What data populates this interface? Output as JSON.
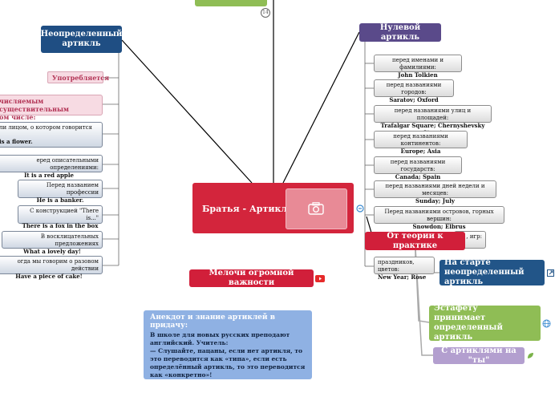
{
  "central": {
    "title": "Братья - Артикли"
  },
  "top_partial": {
    "label": ""
  },
  "indef": {
    "title": "Неопределенный артикль",
    "uses": "Употребляется",
    "items": [
      {
        "text": "числяемым существительным",
        "text2": "ом числе:",
        "example": ""
      },
      {
        "text": "ли лицом, о котором говорится",
        "example": "is a flower."
      },
      {
        "text": "еред описательными определениями:",
        "example": "It is a red apple"
      },
      {
        "text": "Перед названием профессии",
        "example": "He is a banker."
      },
      {
        "text": "С конструкцией \"There is...\"",
        "example": "There is a fox in the box"
      },
      {
        "text": "В восклицательных предложениях",
        "example": "What a lovely day!"
      },
      {
        "text": "огда мы говорим о разовом действии",
        "example": "Have a piece of cake!"
      }
    ]
  },
  "zero": {
    "title": "Нулевой артикль",
    "items": [
      {
        "text": "перед именами и фамилиями:",
        "example": "John Tolkien"
      },
      {
        "text": "перед названиями городов:",
        "example": "Saratov; Oxford"
      },
      {
        "text": "перед названиями улиц и площадей:",
        "example": "Trafalgar Square; Chernyshevsky Street"
      },
      {
        "text": "перед названиями континентов:",
        "example": "Europe; Asia"
      },
      {
        "text": "перед названиями государств:",
        "example": "Canada; Spain"
      },
      {
        "text": "перед названиями дней недели и месяцев:",
        "example": "Sunday; July"
      },
      {
        "text": "Перед названиями островов, горных вершин:",
        "example": "Snowdon; Elbrus"
      },
      {
        "text": ", игр:",
        "example": ""
      },
      {
        "text": "праздников, цветов:",
        "example": "New Year; Rose"
      }
    ]
  },
  "practice": {
    "title": "От теории к практике",
    "items": [
      {
        "text": "На старте неопределенный артикль"
      },
      {
        "text": "Эстафету принимает определенный артикль"
      },
      {
        "text": "С артиклями на \"ты\""
      }
    ]
  },
  "trifles": {
    "title": "Мелочи огромной важности"
  },
  "anecdote": {
    "title": "Анекдот и знание артиклей в придачу:",
    "body": "В школе для новых русских преподают английский. Учитель:",
    "body2": "— Слушайте, пацаны, если нет артикля, то это переводится как «типа», если есть определённый артикль, то это переводится как «конкретно»!"
  },
  "badges": {
    "top_count": "14"
  },
  "colors": {
    "central": "#d3253c",
    "indef": "#1f4e83",
    "zero": "#5a4a8a",
    "practice": "#c81e3a",
    "green": "#8fbd55",
    "lilac": "#b39fcf",
    "note": "#8fb1e3"
  },
  "icons": [
    "camera-icon",
    "link-icon",
    "youtube-icon",
    "external-link-icon",
    "globe-icon",
    "leaf-icon"
  ]
}
